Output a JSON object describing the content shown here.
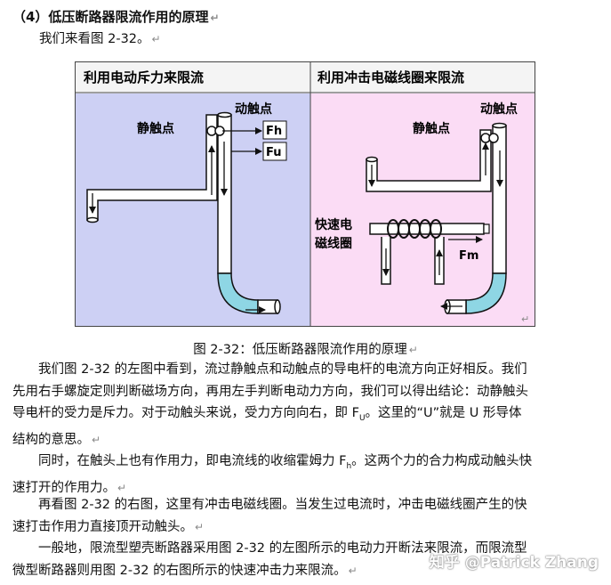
{
  "heading": "（4）低压断路器限流作用的原理",
  "intro": "我们来看图 2-32。",
  "para_mark": "↵",
  "figure": {
    "left_title": "利用电动斥力来限流",
    "right_title": "利用冲击电磁线圈来限流",
    "left_static": "静触点",
    "left_moving": "动触点",
    "fh": "Fh",
    "fu": "Fu",
    "right_static": "静触点",
    "right_moving": "动触点",
    "coil_line1": "快速电",
    "coil_line2": "磁线圈",
    "fm": "Fm",
    "colors": {
      "left_bg": "#cdd0f4",
      "right_bg": "#fbdcf5",
      "arc_fill": "#8ed6e4"
    }
  },
  "caption": "图 2-32：低压断路器限流作用的原理",
  "paragraphs": [
    {
      "lines": [
        "我们图 2-32 的左图中看到，流过静触点和动触点的导电杆的电流方向正好相反。我们",
        "先用右手螺旋定则判断磁场方向，再用左手判断电动力方向，我们可以得出结论：动静触头",
        "导电杆的受力是斥力。对于动触头来说，受力方向向右，即 F",
        "结构的意思。"
      ],
      "sub_u": "U",
      "line3_tail": "。这里的“U”就是 U 形导体"
    },
    {
      "lines": [
        "同时，在触头上也有作用力，即电流线的收缩霍姆力 F",
        "速打开的作用力。"
      ],
      "sub_h": "h",
      "line1_tail": "。这两个力的合力构成动触头快"
    },
    {
      "lines": [
        "再看图 2-32 的右图，这里有冲击电磁线圈。当发生过电流时，冲击电磁线圈产生的快",
        "速打击作用力直接顶开动触头。"
      ]
    },
    {
      "lines": [
        "一般地，限流型塑壳断路器采用图 2-32 的左图所示的电动力开断法来限流，而限流型",
        "微型断路器则用图 2-32 的右图所示的快速冲击力来限流。"
      ]
    }
  ],
  "watermark": "知乎 @Patrick Zhang"
}
